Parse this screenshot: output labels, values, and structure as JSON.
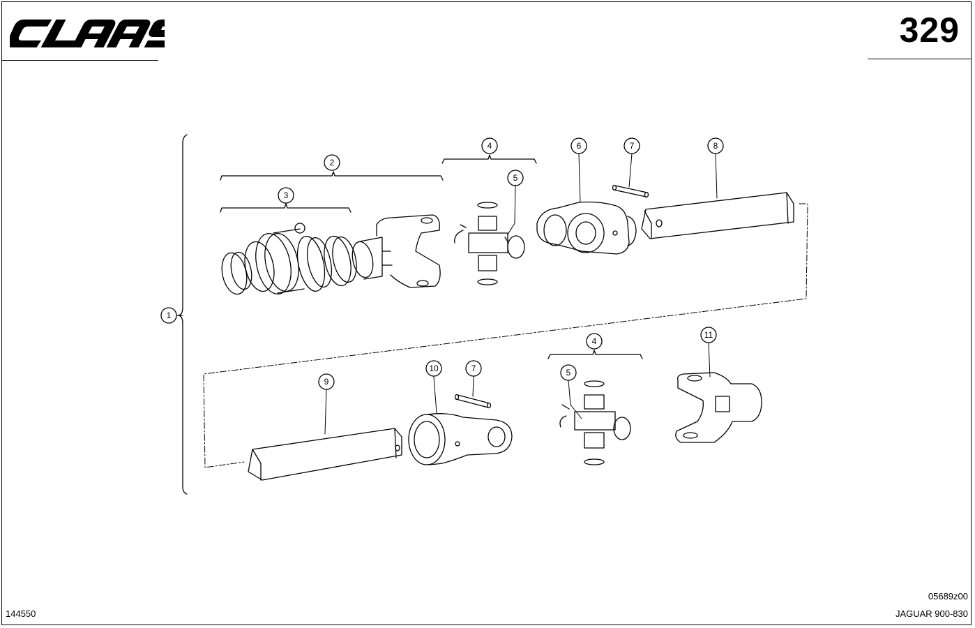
{
  "header": {
    "brand": "CLAAS",
    "page_number": "329"
  },
  "footer": {
    "doc_number": "144550",
    "drawing_code": "05689z00",
    "model": "JAGUAR 900-830"
  },
  "callouts": {
    "c1": "1",
    "c2": "2",
    "c3": "3",
    "c4a": "4",
    "c5a": "5",
    "c6": "6",
    "c7a": "7",
    "c8": "8",
    "c9": "9",
    "c10": "10",
    "c7b": "7",
    "c4b": "4",
    "c5b": "5",
    "c11": "11"
  }
}
